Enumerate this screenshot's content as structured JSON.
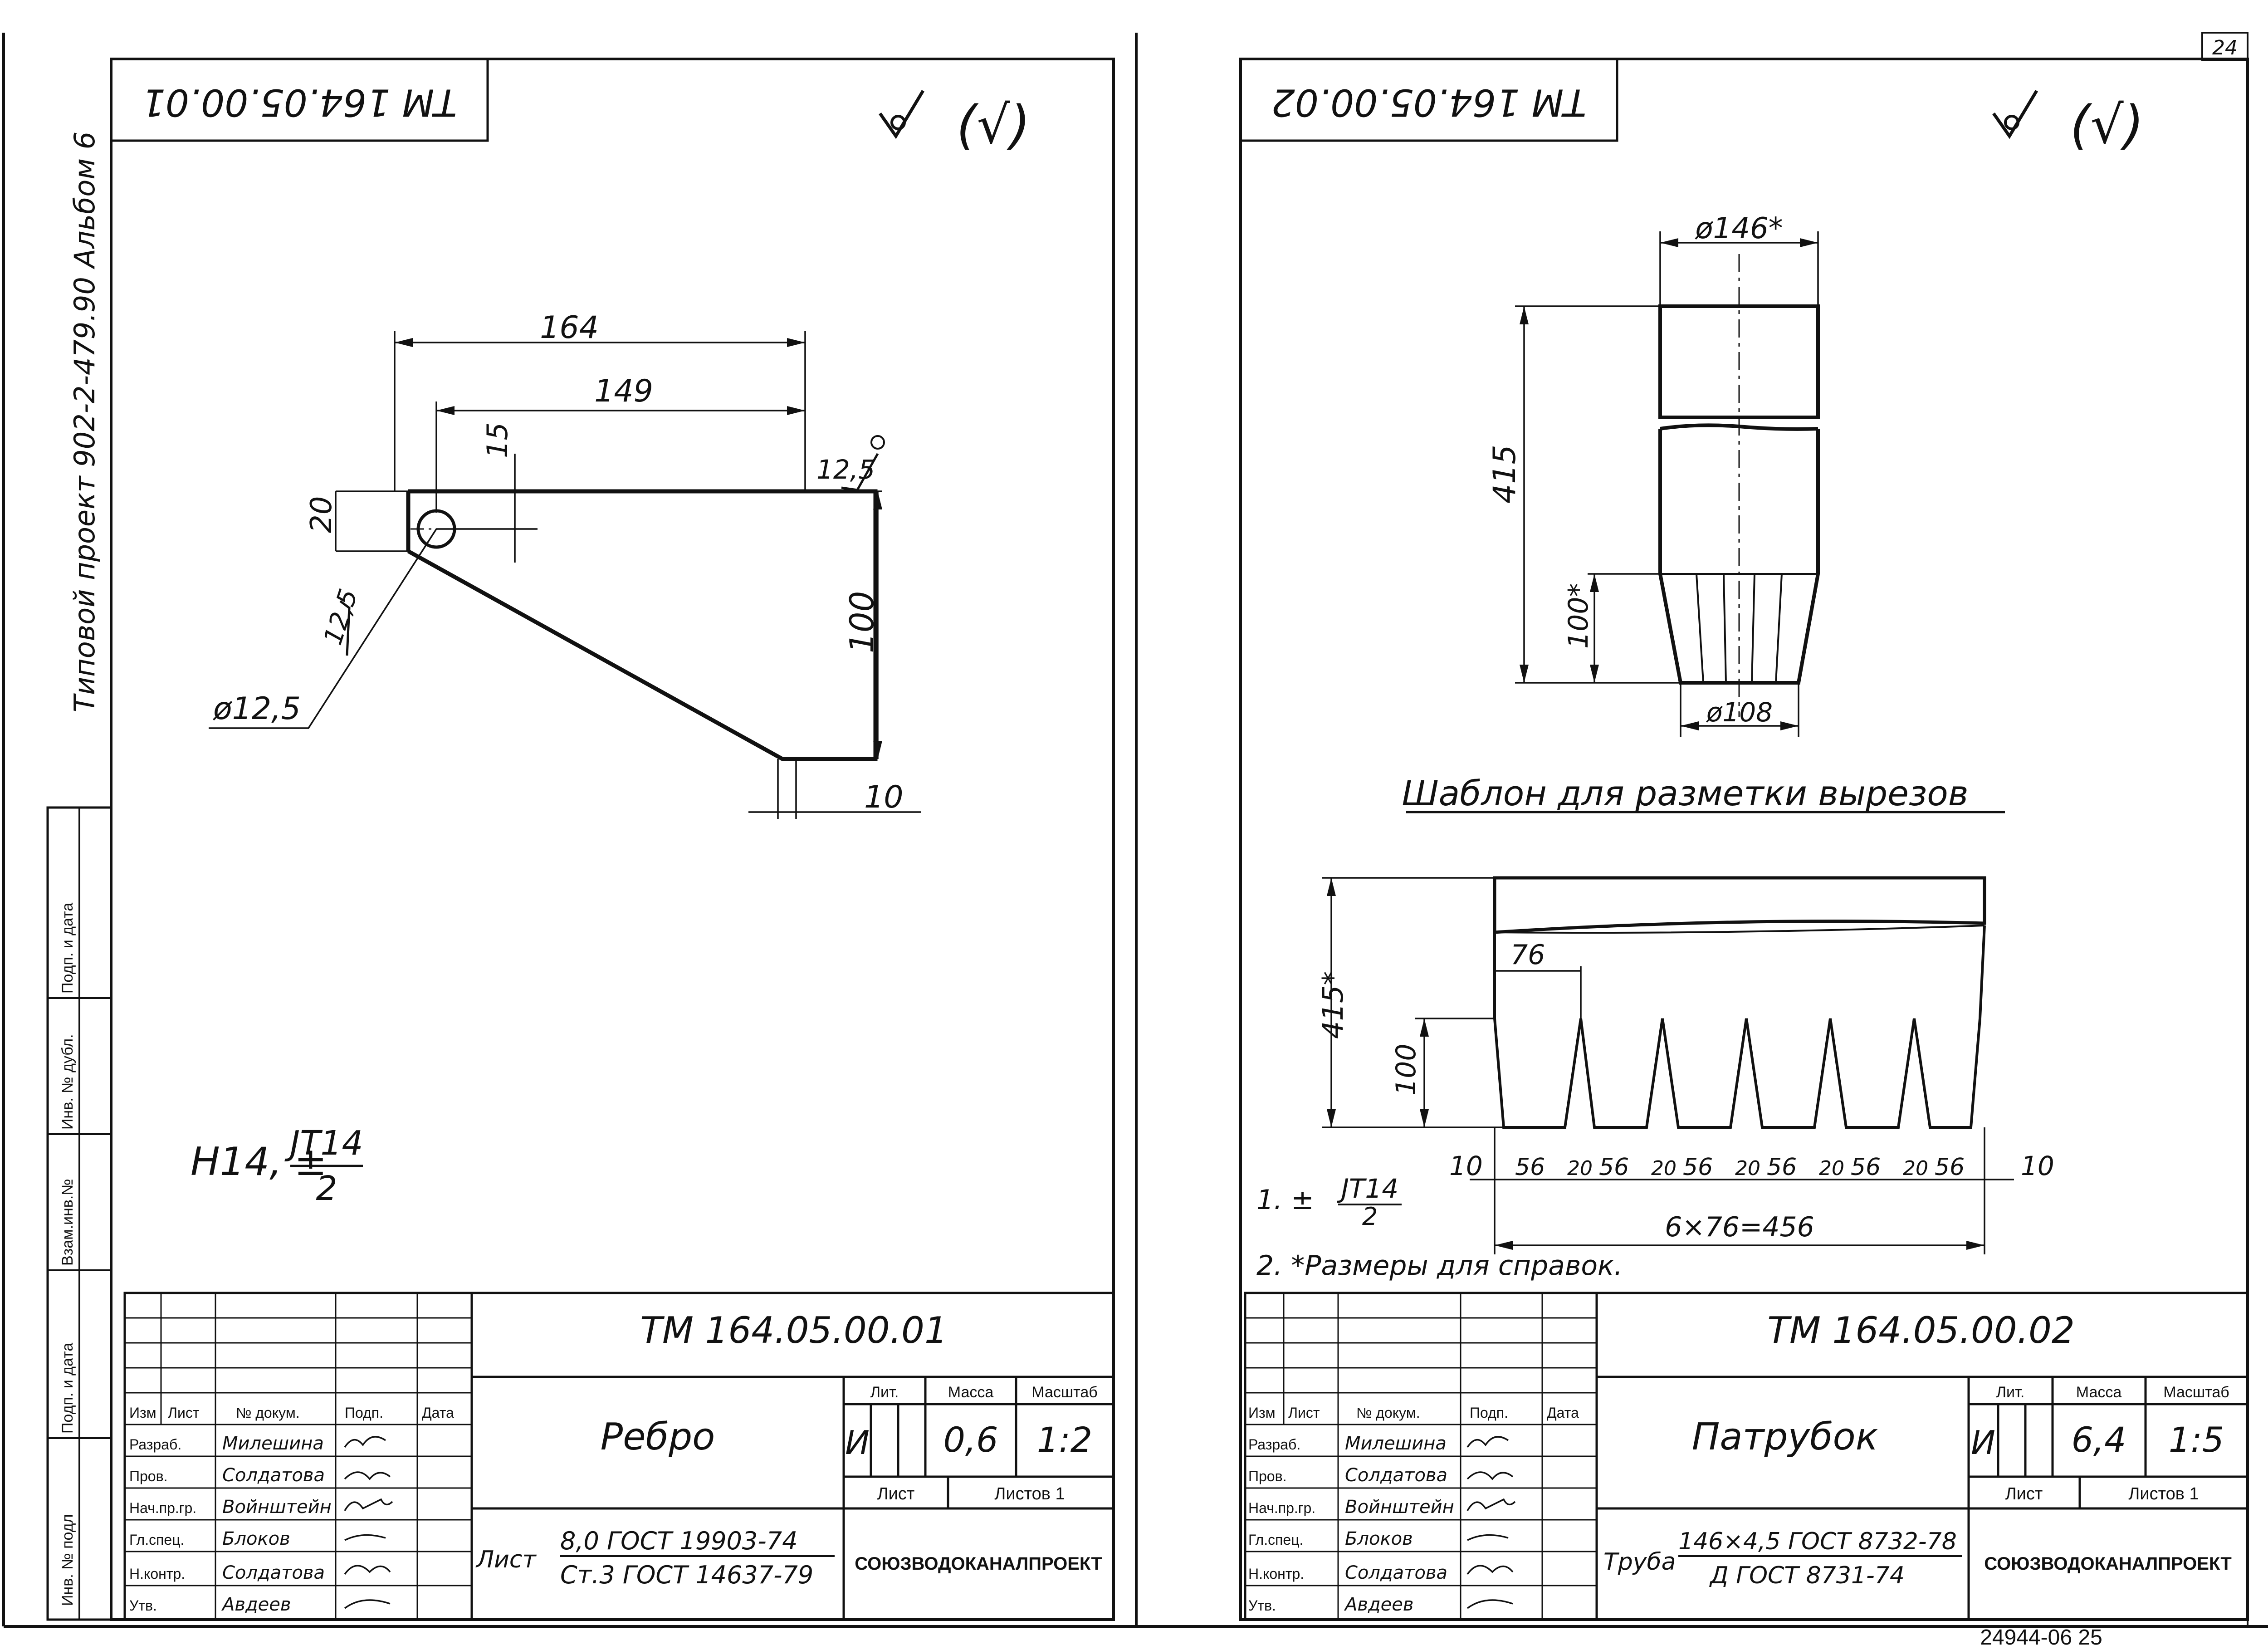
{
  "page": {
    "sheet_number": "24",
    "archive_number": "24944-06  25"
  },
  "side_stamp": {
    "project": "Типовой проект 902-2-479.90 Альбом 6",
    "cells": [
      "Подп. и дата",
      "Инв. № дубл.",
      "Взам.инв.№",
      "Подп. и дата",
      "Инв. № подл"
    ]
  },
  "sheets": [
    {
      "corner_code": "ТМ 164.05.00.01",
      "roughness": "(√)",
      "dims": {
        "d164": "164",
        "d149": "149",
        "d15": "15",
        "d12_5a": "12,5",
        "d20": "20",
        "d12_5b": "12,5",
        "d100": "100",
        "d10": "10",
        "dia": "ø12,5"
      },
      "tolerance_prefix": "H14, ±",
      "tolerance_num": "JT14",
      "tolerance_den": "2",
      "title_block": {
        "designation": "ТМ 164.05.00.01",
        "name": "Ребро",
        "material_label": "Лист",
        "material_top": "8,0 ГОСТ 19903-74",
        "material_bottom": "Ст.3 ГОСТ 14637-79",
        "lit_value": "И",
        "mass_value": "0,6",
        "scale_value": "1:2",
        "sheets_label": "Листов 1",
        "organization": "СОЮЗВОДОКАНАЛПРОЕКТ"
      }
    },
    {
      "corner_code": "ТМ 164.05.00.02",
      "roughness": "(√)",
      "dims": {
        "dia146": "ø146*",
        "d415": "415",
        "d100": "100*",
        "dia108": "ø108",
        "t415": "415*",
        "t100": "100",
        "t76": "76",
        "t10a": "10",
        "t10b": "10",
        "t56": "56",
        "t20": "20",
        "total": "6×76=456"
      },
      "template_title": "Шаблон для разметки вырезов",
      "note1_prefix": "1. ±",
      "note1_num": "JT14",
      "note1_den": "2",
      "note2": "2. *Размеры для справок.",
      "title_block": {
        "designation": "ТМ 164.05.00.02",
        "name": "Патрубок",
        "material_label": "Труба",
        "material_top": "146×4,5 ГОСТ 8732-78",
        "material_bottom": "Д ГОСТ 8731-74",
        "lit_value": "И",
        "mass_value": "6,4",
        "scale_value": "1:5",
        "sheets_label": "Листов 1",
        "organization": "СОЮЗВОДОКАНАЛПРОЕКТ"
      }
    }
  ],
  "title_headers": {
    "izm": "Изм",
    "list": "Лист",
    "doc": "№ докум.",
    "sign": "Подп.",
    "date": "Дата",
    "lit": "Лит.",
    "mass": "Масса",
    "scale": "Масштаб",
    "sheet": "Лист"
  },
  "signatures": {
    "roles": [
      "Разраб.",
      "Пров.",
      "Нач.пр.гр.",
      "Гл.спец.",
      "Н.контр.",
      "Утв."
    ],
    "names": [
      "Милешина",
      "Солдатова",
      "Войнштейн",
      "Блоков",
      "Солдатова",
      "Авдеев"
    ]
  }
}
